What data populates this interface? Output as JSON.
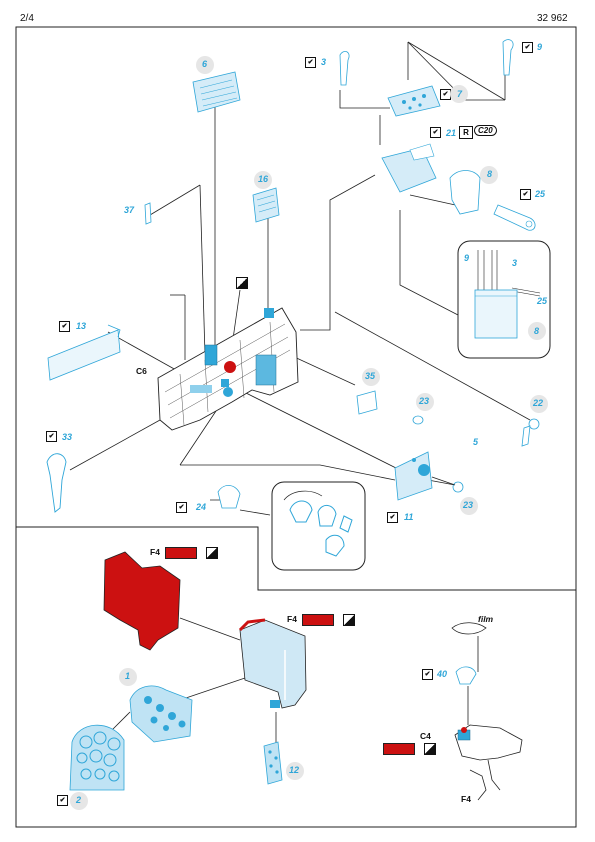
{
  "page": {
    "number": "2/4",
    "kit": "32 962"
  },
  "parts": {
    "p1": "1",
    "p2": "2",
    "p3": "3",
    "p5": "5",
    "p6": "6",
    "p7": "7",
    "p8": "8",
    "p9": "9",
    "p11": "11",
    "p12": "12",
    "p13": "13",
    "p16": "16",
    "p21": "21",
    "p22": "22",
    "p23a": "23",
    "p23b": "23",
    "p24": "24",
    "p25": "25",
    "p33": "33",
    "p35": "35",
    "p37": "37",
    "p40": "40",
    "inset_9": "9",
    "inset_3": "3",
    "inset_25": "25",
    "inset_8": "8"
  },
  "labels": {
    "c6": "C6",
    "c20": "C20",
    "c4": "C4",
    "f4_top": "F4",
    "f4_mid": "F4",
    "f4_bottom": "F4",
    "film": "film"
  },
  "colors": {
    "red": "#cc1111",
    "blue": "#2fa6d8",
    "light_blue": "#cfe8f5",
    "grey_bubble": "#e6e6e6"
  }
}
